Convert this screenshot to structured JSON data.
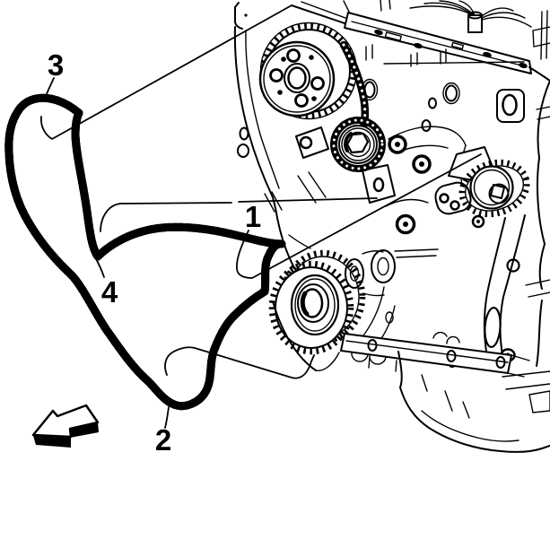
{
  "figure": {
    "type": "line-art-technical-illustration",
    "subject": "engine timing chain and sprockets, front of engine view",
    "background_color": "#ffffff",
    "line_color": "#000000",
    "callouts": {
      "c1": {
        "number": "1",
        "points_to": "timing chain at crankshaft sprocket and drive sprocket"
      },
      "c2": {
        "number": "2",
        "points_to": "chain link at bottom loop"
      },
      "c3": {
        "number": "3",
        "points_to": "chain link at top loop"
      },
      "c4": {
        "number": "4",
        "points_to": "chain link at left strand"
      }
    },
    "direction_arrow": {
      "shape": "3d-block-arrow",
      "direction": "lower-left"
    }
  }
}
